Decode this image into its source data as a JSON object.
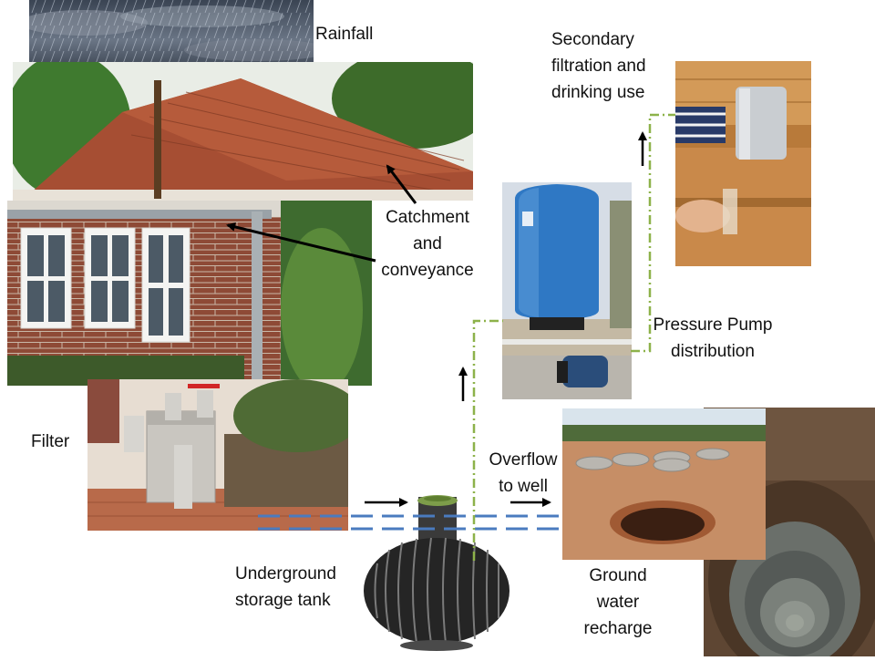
{
  "labels": {
    "rainfall": "Rainfall",
    "secondary": "Secondary\nfiltration and\ndrinking use",
    "catchment": "Catchment\nand\nconveyance",
    "pressure": "Pressure Pump\ndistribution",
    "filter": "Filter",
    "overflow": "Overflow\nto well",
    "storage": "Underground\nstorage tank",
    "recharge": "Ground\nwater\nrecharge"
  },
  "colors": {
    "flow_line": "#8db24a",
    "water_level": "#4a7bbf",
    "arrow": "#000000"
  }
}
